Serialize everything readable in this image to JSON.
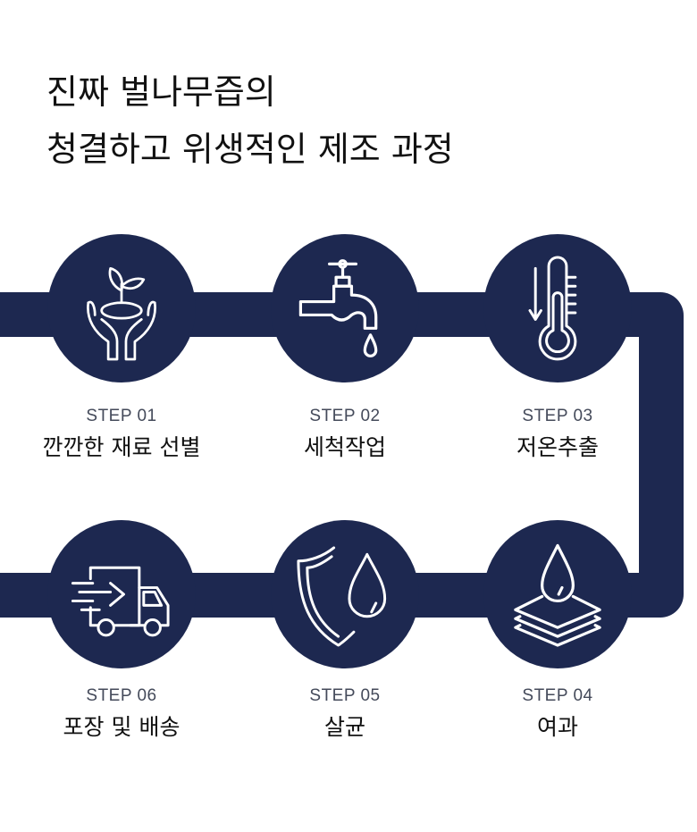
{
  "title": {
    "line1": "진짜 벌나무즙의",
    "line2": "청결하고 위생적인 제조 과정"
  },
  "steps": [
    {
      "label": "STEP 01",
      "name": "깐깐한 재료 선별",
      "icon": "hands-sprout-icon"
    },
    {
      "label": "STEP 02",
      "name": "세척작업",
      "icon": "water-faucet-icon"
    },
    {
      "label": "STEP 03",
      "name": "저온추출",
      "icon": "thermometer-icon"
    },
    {
      "label": "STEP 04",
      "name": "여과",
      "icon": "filter-layers-drop-icon"
    },
    {
      "label": "STEP 05",
      "name": "살균",
      "icon": "shield-drop-icon"
    },
    {
      "label": "STEP 06",
      "name": "포장 및 배송",
      "icon": "delivery-truck-icon"
    }
  ],
  "colors": {
    "accent": "#1d2850"
  }
}
